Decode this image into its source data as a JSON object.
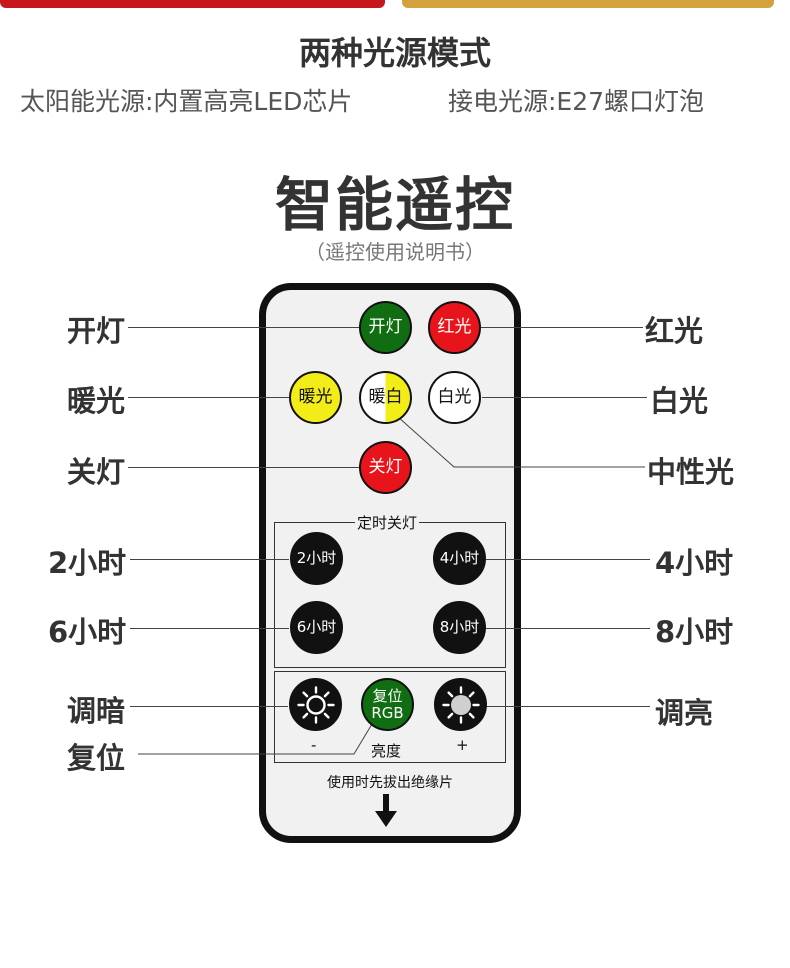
{
  "header": {
    "title": "两种光源模式",
    "left_subtitle": "太阳能光源:内置高亮LED芯片",
    "right_subtitle": "接电光源:E27螺口灯泡"
  },
  "section": {
    "title": "智能遥控",
    "subtitle": "（遥控使用说明书）"
  },
  "remote": {
    "buttons": {
      "on": "开灯",
      "red": "红光",
      "warm": "暖光",
      "warm_white": "暖白",
      "white": "白光",
      "off": "关灯",
      "t2": "2小时",
      "t4": "4小时",
      "t6": "6小时",
      "t8": "8小时",
      "reset_line1": "复位",
      "reset_line2": "RGB"
    },
    "timer_box_label": "定时关灯",
    "brightness_label": "亮度",
    "minus": "-",
    "plus": "+",
    "insulation_note": "使用时先拔出绝缘片",
    "arrow": "🡇"
  },
  "callouts": {
    "left": {
      "on": "开灯",
      "warm": "暖光",
      "off": "关灯",
      "t2": "2小时",
      "t6": "6小时",
      "dim": "调暗",
      "reset": "复位"
    },
    "right": {
      "red": "红光",
      "white": "白光",
      "neutral": "中性光",
      "t4": "4小时",
      "t8": "8小时",
      "bright": "调亮"
    }
  },
  "colors": {
    "green": "#106d12",
    "red": "#e8141b",
    "yellow": "#f2ec19",
    "black": "#111111"
  }
}
